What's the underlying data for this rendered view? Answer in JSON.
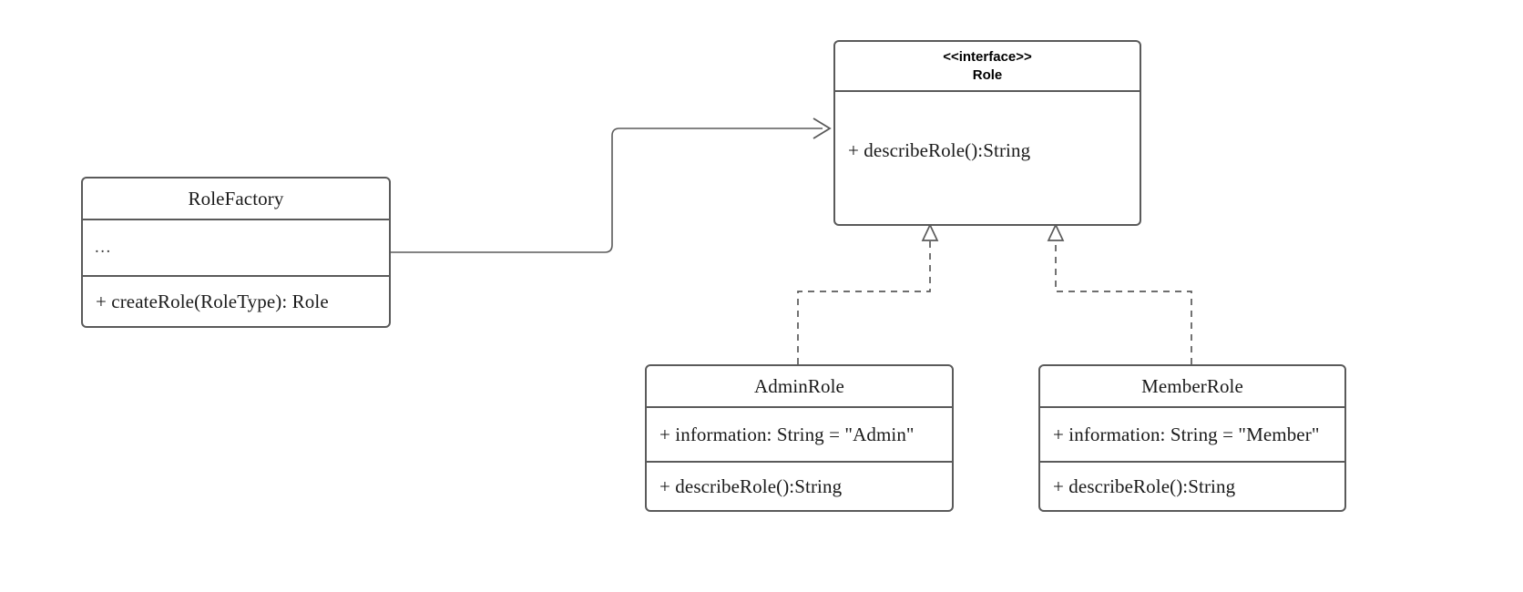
{
  "diagram": {
    "kind": "uml-class-diagram",
    "background_color": "#ffffff",
    "stroke_color": "#5a5a5a",
    "text_color": "#1a1a1a"
  },
  "classes": {
    "role_factory": {
      "name": "RoleFactory",
      "attributes": "...",
      "operations": "+ createRole(RoleType): Role"
    },
    "role_interface": {
      "stereotype": "<<interface>>",
      "name": "Role",
      "operations": "+ describeRole():String"
    },
    "admin_role": {
      "name": "AdminRole",
      "attributes": "+ information: String = \"Admin\"",
      "operations": "+ describeRole():String"
    },
    "member_role": {
      "name": "MemberRole",
      "attributes": "+ information: String = \"Member\"",
      "operations": "+ describeRole():String"
    }
  },
  "relationships": [
    {
      "id": "factory-to-role",
      "type": "association",
      "line_style": "solid",
      "arrow_head": "open-v",
      "source": "RoleFactory",
      "target": "Role"
    },
    {
      "id": "adminrole-realizes-role",
      "type": "realization",
      "line_style": "dashed",
      "arrow_head": "hollow-triangle",
      "source": "AdminRole",
      "target": "Role"
    },
    {
      "id": "memberrole-realizes-role",
      "type": "realization",
      "line_style": "dashed",
      "arrow_head": "hollow-triangle",
      "source": "MemberRole",
      "target": "Role"
    }
  ]
}
